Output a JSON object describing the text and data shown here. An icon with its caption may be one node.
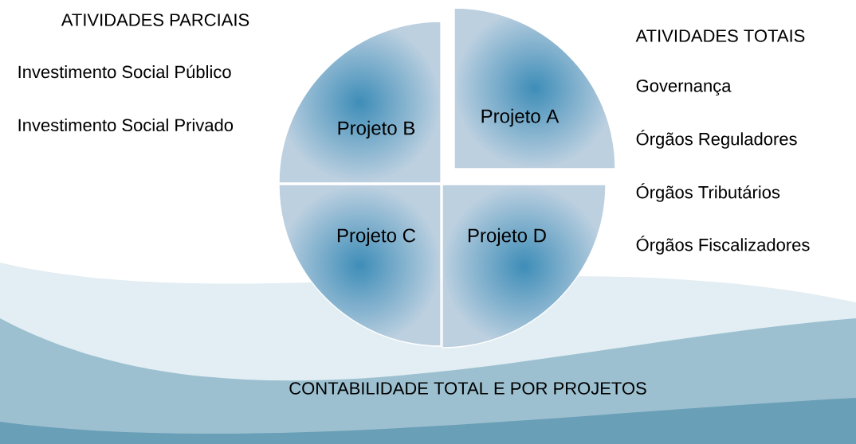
{
  "diagram": {
    "caption": "CONTABILIDADE TOTAL E POR PROJETOS",
    "nodes": [
      {
        "text": [
          "Projeto A"
        ]
      },
      {
        "text": [
          "Projeto B"
        ]
      },
      {
        "text": [
          "Projeto C"
        ]
      },
      {
        "text": [
          "Projeto D"
        ]
      }
    ],
    "labels": [
      "ATIVIDADES PARCIAIS",
      "ATIVIDADES TOTAIS",
      "Investimento Social Público",
      "Governança",
      "Investimento Social Privado",
      "Órgãos Reguladores",
      "Órgãos Tributários",
      "Órgãos Fiscalizadores"
    ]
  }
}
